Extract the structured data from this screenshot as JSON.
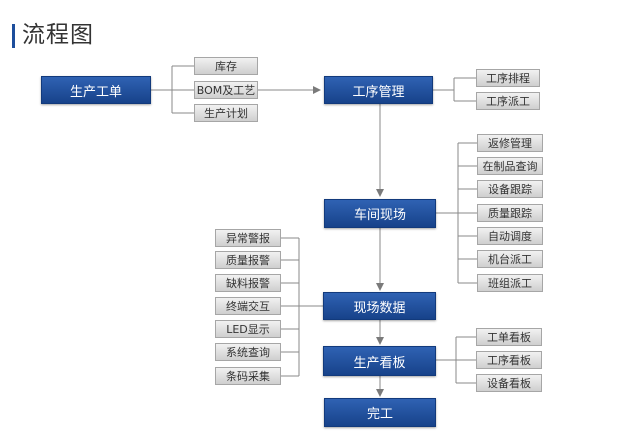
{
  "title": "流程图",
  "main_nodes": {
    "production_order": "生产工单",
    "process_management": "工序管理",
    "workshop_site": "车间现场",
    "site_data": "现场数据",
    "production_board": "生产看板",
    "finish": "完工"
  },
  "input_items": [
    "库存",
    "BOM及工艺",
    "生产计划"
  ],
  "process_items": [
    "工序排程",
    "工序派工"
  ],
  "workshop_items": [
    "返修管理",
    "在制品查询",
    "设备跟踪",
    "质量跟踪",
    "自动调度",
    "机台派工",
    "班组派工"
  ],
  "data_items": [
    "异常警报",
    "质量报警",
    "缺料报警",
    "终端交互",
    "LED显示",
    "系统查询",
    "条码采集"
  ],
  "board_items": [
    "工单看板",
    "工序看板",
    "设备看板"
  ],
  "colors": {
    "main_box": "#1d4e9c",
    "sub_box": "#dcdcdc",
    "line": "#7a7a7a"
  }
}
